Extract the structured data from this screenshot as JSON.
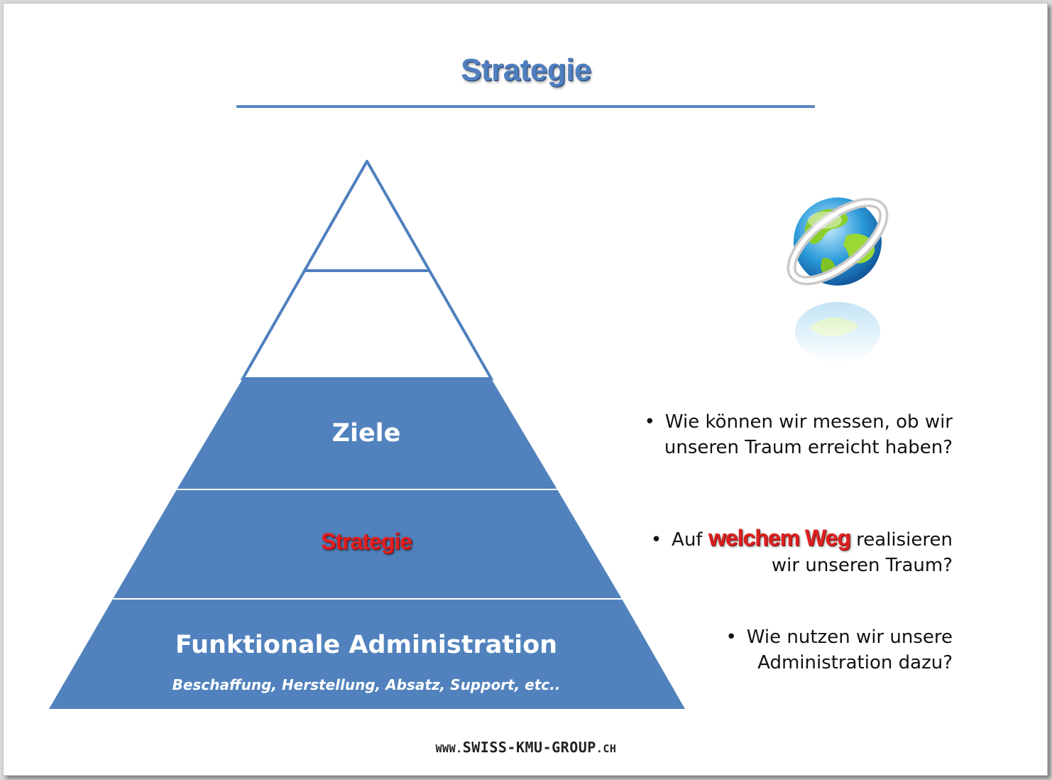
{
  "title": "Strategie",
  "pyramid": {
    "levels": [
      {
        "label": ""
      },
      {
        "label": ""
      },
      {
        "label": "Ziele"
      },
      {
        "label": "Strategie"
      },
      {
        "label": "Funktionale Administration",
        "sublabel": "Beschaffung, Herstellung, Absatz, Support, etc.."
      }
    ]
  },
  "bullets": [
    {
      "lines": [
        "Wie können wir messen, ob wir",
        "unseren Traum erreicht haben?"
      ]
    },
    {
      "prefix": "Auf",
      "highlight": "welchem Weg",
      "suffix": "realisieren",
      "line2": "wir unseren Traum?"
    },
    {
      "lines": [
        "Wie nutzen wir unsere",
        "Administration dazu?"
      ]
    }
  ],
  "footer": {
    "prefix": "WWW.",
    "main": "SWISS-KMU-GROUP",
    "suffix": ".CH"
  },
  "icons": {
    "globe": "globe-icon"
  },
  "colors": {
    "pyramid_fill": "#5182bd",
    "title": "#4f7fbf",
    "highlight": "#e02020"
  }
}
